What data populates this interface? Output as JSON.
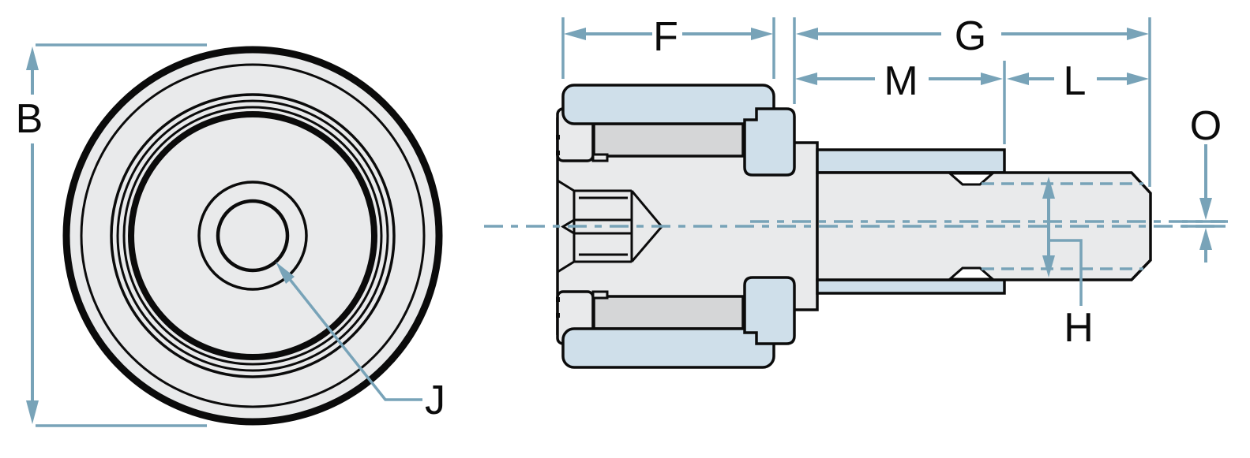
{
  "drawing": {
    "kind": "cam-follower-bearing-dimension-diagram",
    "dimension_labels": {
      "b": "B",
      "f": "F",
      "g": "G",
      "m": "M",
      "l": "L",
      "o": "O",
      "h": "H",
      "j": "J"
    }
  },
  "colors": {
    "dimension_blue": "#78a3b8",
    "outline_black": "#0b0b0b",
    "body_gray": "#e9eaeb",
    "roller_gray": "#d5d6d7",
    "bearing_blue": "#cfdfea",
    "background": "#ffffff"
  }
}
